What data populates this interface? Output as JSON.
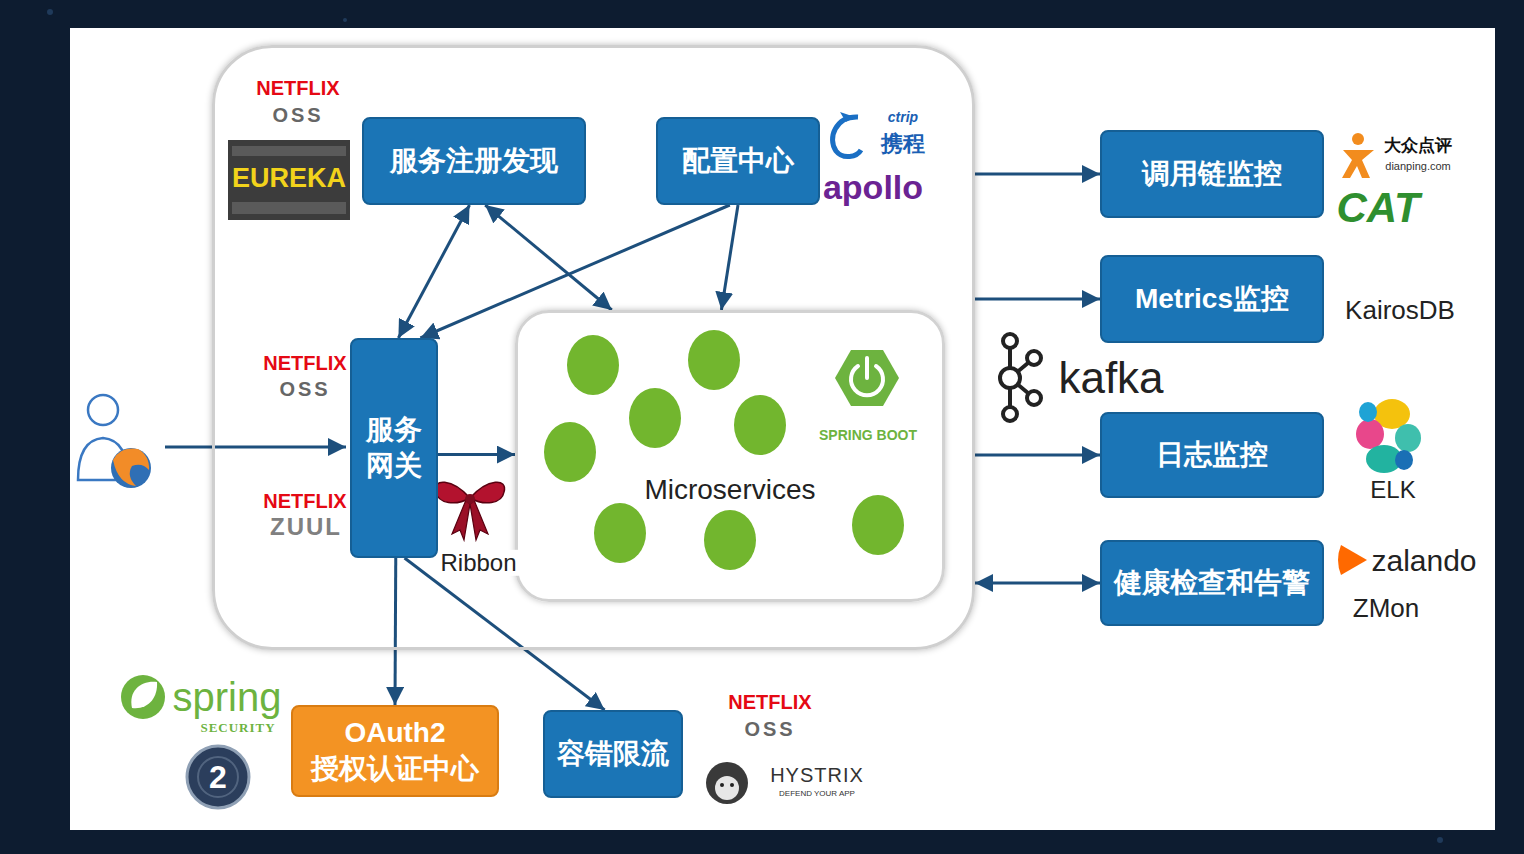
{
  "diagram": {
    "nodes": [
      {
        "text": []
      },
      {
        "text": [
          "服务注册发现"
        ],
        "in": 0
      },
      {
        "text": [
          "配置中心"
        ],
        "in": 0
      },
      {
        "text": [
          "服务网关"
        ],
        "in": 0
      },
      {
        "text": [
          "Microservices"
        ],
        "in": 0
      },
      {
        "text": [
          "调用链监控"
        ]
      },
      {
        "text": [
          "Metrics监控"
        ]
      },
      {
        "text": [
          "日志监控"
        ]
      },
      {
        "text": [
          "健康检查和告警"
        ]
      },
      {
        "text": [
          "OAuth2 授权认证中心"
        ]
      },
      {
        "text": [
          "容错限流"
        ]
      }
    ],
    "edges": [
      {
        "from": 1,
        "to": 3,
        "arrow": "both"
      },
      {
        "from": 1,
        "to": 4,
        "arrow": "both"
      },
      {
        "from": 2,
        "to": 3,
        "arrow": "to"
      },
      {
        "from": 2,
        "to": 4,
        "arrow": "to"
      },
      {
        "from": 3,
        "to": 4,
        "arrow": "to",
        "label": "Ribbon"
      },
      {
        "from": 3,
        "to": 9,
        "arrow": "to"
      },
      {
        "from": 3,
        "to": 10,
        "arrow": "to"
      },
      {
        "from": 0,
        "to": 5,
        "arrow": "to"
      },
      {
        "from": 0,
        "to": 6,
        "arrow": "to"
      },
      {
        "from": 0,
        "to": 7,
        "arrow": "to"
      },
      {
        "from": 0,
        "to": 8,
        "arrow": "both"
      }
    ],
    "labels": [
      "NETFLIX",
      "OSS",
      "EUREKA",
      "NETFLIX",
      "OSS",
      "NETFLIX",
      "ZUUL",
      "ctrip",
      "携程",
      "apollo",
      "SPRING BOOT",
      "大众点评",
      "dianping.com",
      "CAT",
      "KairosDB",
      "kafka",
      "ELK",
      "zalando",
      "ZMon",
      "spring",
      "SECURITY",
      "2",
      "NETFLIX",
      "OSS",
      "HYSTRIX",
      "DEFEND YOUR APP"
    ]
  }
}
